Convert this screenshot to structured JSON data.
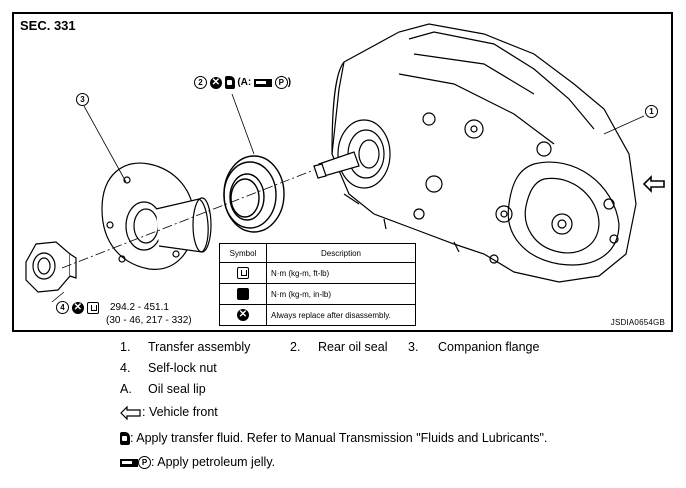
{
  "section": "SEC. 331",
  "figure_code": "JSDIA0654GB",
  "callouts": {
    "c1": "1",
    "c2": "2",
    "c3": "3",
    "c4": "4",
    "seal_note_letters": "(A:",
    "seal_note_close": ")",
    "p_letter": "P"
  },
  "torque": {
    "line1": "294.2 - 451.1",
    "line2": "(30 - 46, 217 - 332)"
  },
  "symbol_table": {
    "header_symbol": "Symbol",
    "header_description": "Description",
    "rows": [
      {
        "description": "N·m (kg-m, ft-lb)"
      },
      {
        "description": "N·m (kg-m, in-lb)"
      },
      {
        "description": "Always replace after disassembly."
      }
    ]
  },
  "legend": {
    "items": [
      {
        "num": "1.",
        "label": "Transfer assembly"
      },
      {
        "num": "2.",
        "label": "Rear oil seal"
      },
      {
        "num": "3.",
        "label": "Companion flange"
      },
      {
        "num": "4.",
        "label": "Self-lock nut"
      },
      {
        "num": "A.",
        "label": "Oil seal lip"
      }
    ],
    "vehicle_front": ": Vehicle front",
    "transfer_fluid": ": Apply transfer fluid. Refer to Manual Transmission \"Fluids and Lubricants\".",
    "petroleum_jelly": ": Apply petroleum jelly.",
    "p_symbol": "P"
  }
}
